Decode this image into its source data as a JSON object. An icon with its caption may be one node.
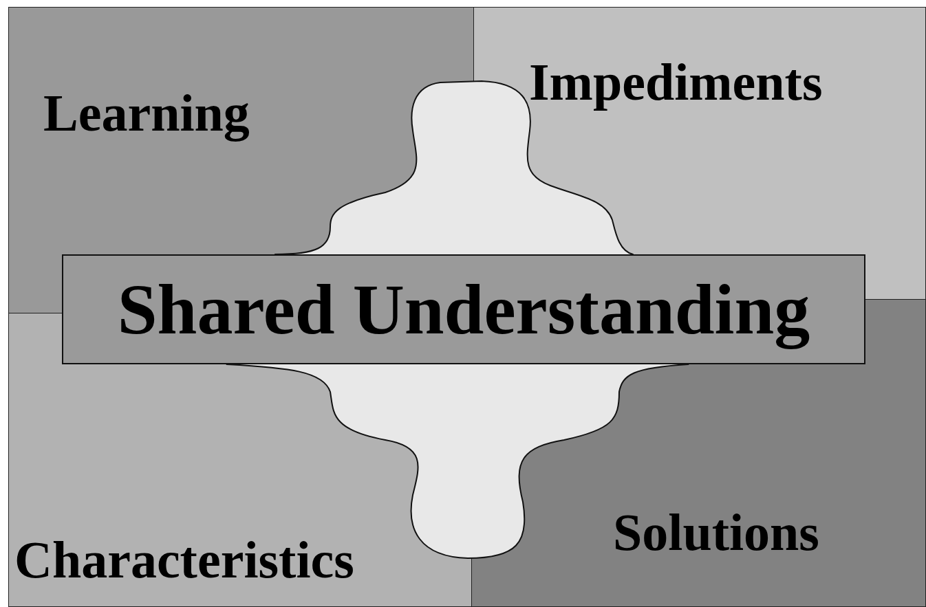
{
  "diagram": {
    "nodes": [
      {
        "text": [
          "Learning"
        ]
      },
      {
        "text": [
          "Impediments"
        ]
      },
      {
        "text": [],
        "shape": "cloud"
      },
      {
        "text": [
          "Shared Understanding"
        ]
      },
      {
        "text": [
          "Characteristics"
        ]
      },
      {
        "text": [
          "Solutions"
        ]
      }
    ]
  }
}
